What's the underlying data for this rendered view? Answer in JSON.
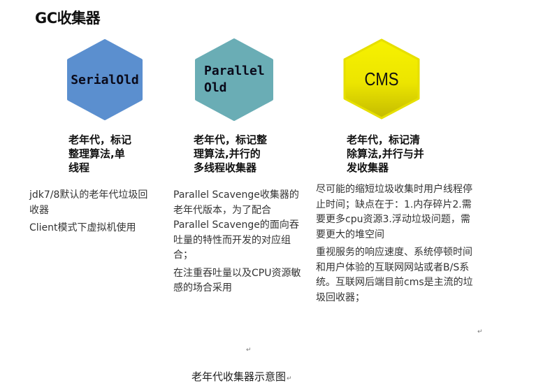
{
  "document": {
    "title": "GC收集器",
    "caption": "老年代收集器示意图",
    "return_mark": "↵"
  },
  "collectors": [
    {
      "name": "SerialOld",
      "color": "#5b8fcf",
      "subtitle": "老年代，标记\n整理算法,单\n线程",
      "description": [
        "jdk7/8默认的老年代垃圾回收器",
        "Client模式下虚拟机使用"
      ]
    },
    {
      "name": "Parallel\nOld",
      "color": "#6aadb5",
      "subtitle": "老年代，标记整\n理算法,并行的\n多线程收集器",
      "description": [
        "Parallel Scavenge收集器的老年代版本，为了配合Parallel Scavenge的面向吞吐量的特性而开发的对应组合；",
        "在注重吞吐量以及CPU资源敏感的场合采用"
      ]
    },
    {
      "name": "CMS",
      "color_top": "#f7f200",
      "color_bottom": "#c4bb00",
      "subtitle": "老年代，标记清\n除算法,并行与并\n发收集器",
      "description": [
        "尽可能的缩短垃圾收集时用户线程停止时间；缺点在于：1.内存碎片2.需要更多cpu资源3.浮动垃圾问题，需要更大的堆空间",
        "重视服务的响应速度、系统停顿时间和用户体验的互联网网站或者B/S系统。互联网后端目前cms是主流的垃圾回收器；"
      ]
    }
  ]
}
